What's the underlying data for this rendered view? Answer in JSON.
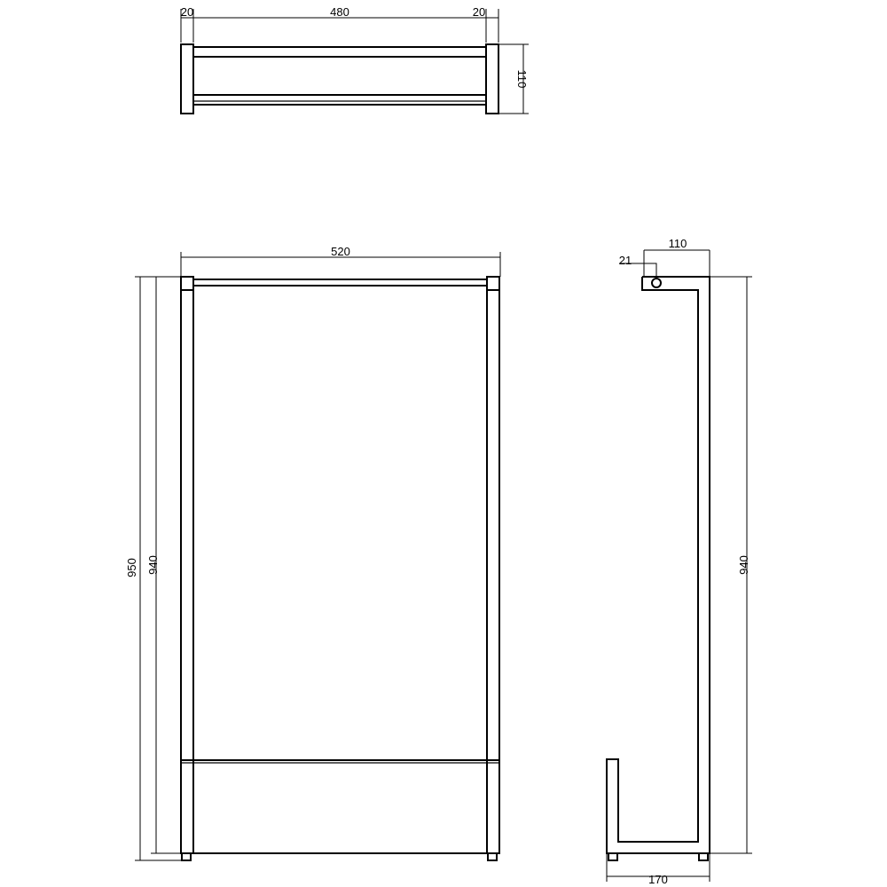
{
  "top_view": {
    "dim_left": "20",
    "dim_middle": "480",
    "dim_right": "20",
    "dim_depth": "110"
  },
  "front_view": {
    "dim_width": "520",
    "dim_height_outer": "950",
    "dim_height_inner": "940"
  },
  "side_view": {
    "dim_top": "110",
    "dim_tube": "21",
    "dim_height": "940",
    "dim_base": "170"
  }
}
